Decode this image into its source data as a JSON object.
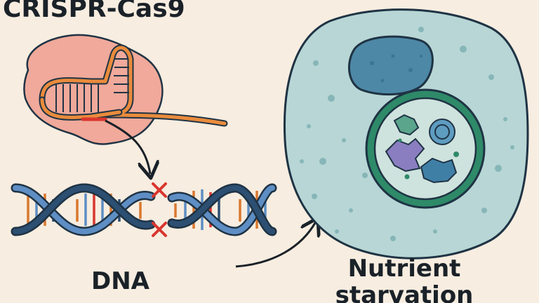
{
  "labels": {
    "crispr": "CRISPR-Cas9",
    "dna": "DNA",
    "nutrient_line1": "Nutrient",
    "nutrient_line2": "starvation"
  },
  "colors": {
    "background": "#f7ede0",
    "cas9_protein": "#f0a99a",
    "guide_rna": "#e98b3c",
    "dna_strand": "#2c4f72",
    "dna_strand_light": "#5e8ec4",
    "cut_mark": "#d9362f",
    "cell_body": "#b7d6d5",
    "nucleus": "#4d88a6",
    "autophagosome": "#2e8a68",
    "outline": "#1f3344"
  }
}
